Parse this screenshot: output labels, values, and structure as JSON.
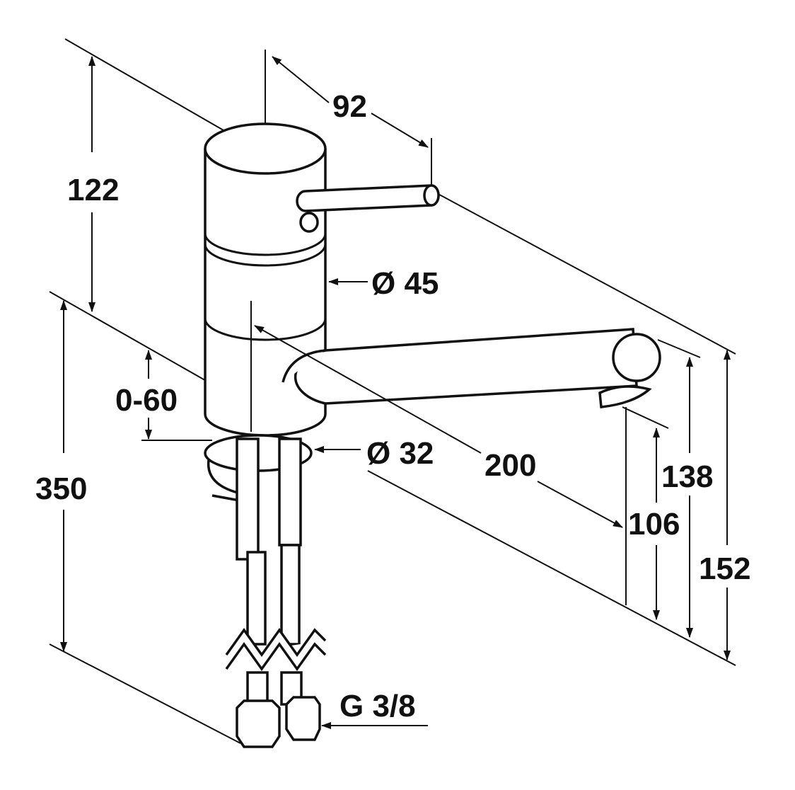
{
  "dimensions": {
    "top_width": "92",
    "body_height": "122",
    "body_diameter": "Ø 45",
    "deck_thickness": "0-60",
    "base_diameter": "Ø 32",
    "spout_reach": "200",
    "total_height": "350",
    "spout_top_height": "138",
    "spout_outlet_height": "106",
    "overall_height": "152",
    "connection_thread": "G 3/8"
  },
  "colors": {
    "line": "#111111",
    "background": "#ffffff"
  }
}
